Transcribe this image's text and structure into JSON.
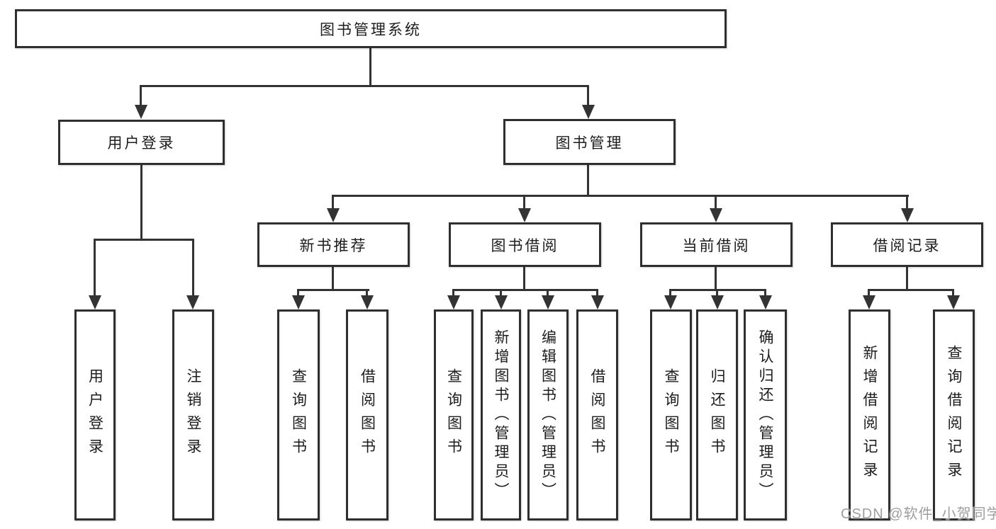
{
  "tree": {
    "root": {
      "label": "图书管理系统"
    },
    "branches": [
      {
        "label": "用户登录",
        "children": [
          {
            "label": "用户登录"
          },
          {
            "label": "注销登录"
          }
        ]
      },
      {
        "label": "图书管理",
        "groups": [
          {
            "label": "新书推荐",
            "children": [
              {
                "label": "查询图书"
              },
              {
                "label": "借阅图书"
              }
            ]
          },
          {
            "label": "图书借阅",
            "children": [
              {
                "label": "查询图书"
              },
              {
                "label": "新增图书（管理员）"
              },
              {
                "label": "编辑图书（管理员）"
              },
              {
                "label": "借阅图书"
              }
            ]
          },
          {
            "label": "当前借阅",
            "children": [
              {
                "label": "查询图书"
              },
              {
                "label": "归还图书"
              },
              {
                "label": "确认归还（管理员）"
              }
            ]
          },
          {
            "label": "借阅记录",
            "children": [
              {
                "label": "新增借阅记录"
              },
              {
                "label": "查询借阅记录"
              }
            ]
          }
        ]
      }
    ]
  },
  "watermark": {
    "text": "CSDN @软件_小贺同学"
  },
  "colors": {
    "line": "#333333",
    "border": "#2f2f2f",
    "text": "#1c1c1c",
    "watermark": "#9e9e9e",
    "background": "#ffffff"
  }
}
